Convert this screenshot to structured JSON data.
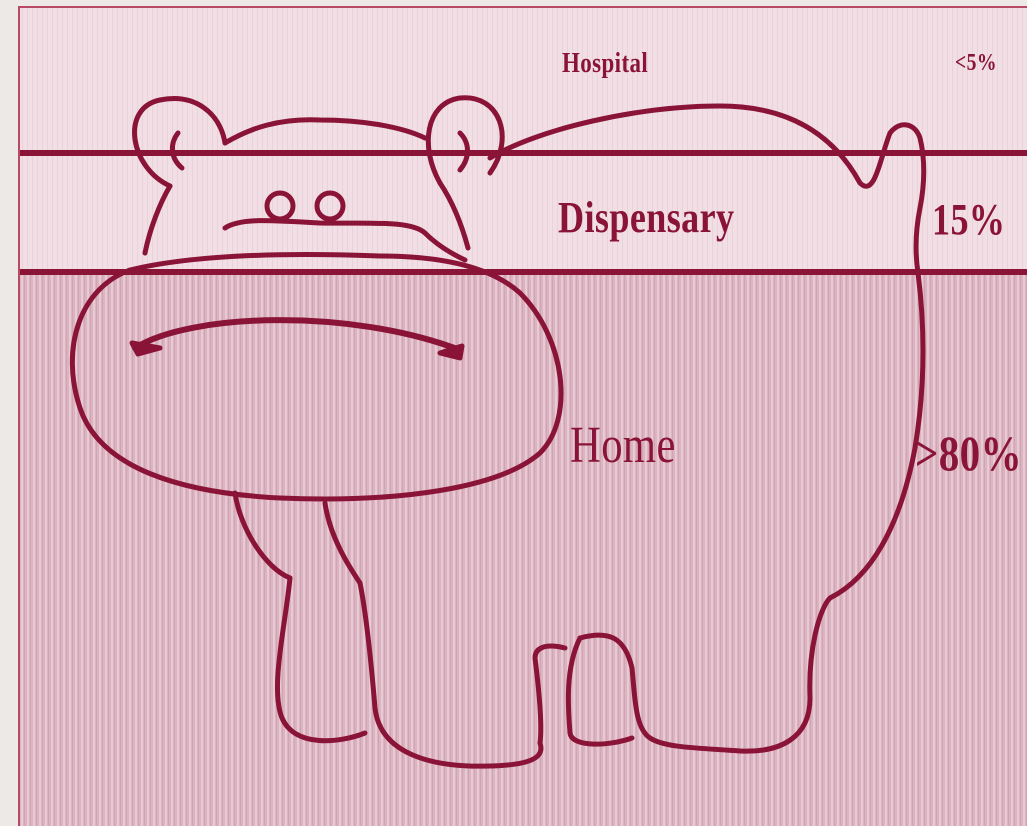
{
  "colors": {
    "line": "#8a1438",
    "top_band": "#f2e2e7",
    "bottom_band": "#deb8c4",
    "slide_background": "#ece9e6"
  },
  "bands": [
    {
      "name": "Hospital",
      "value": "<5%"
    },
    {
      "name": "Dispensary",
      "value": "15%"
    },
    {
      "name": "Home",
      "value": ">80%"
    }
  ],
  "illustration": "hippo-icon"
}
